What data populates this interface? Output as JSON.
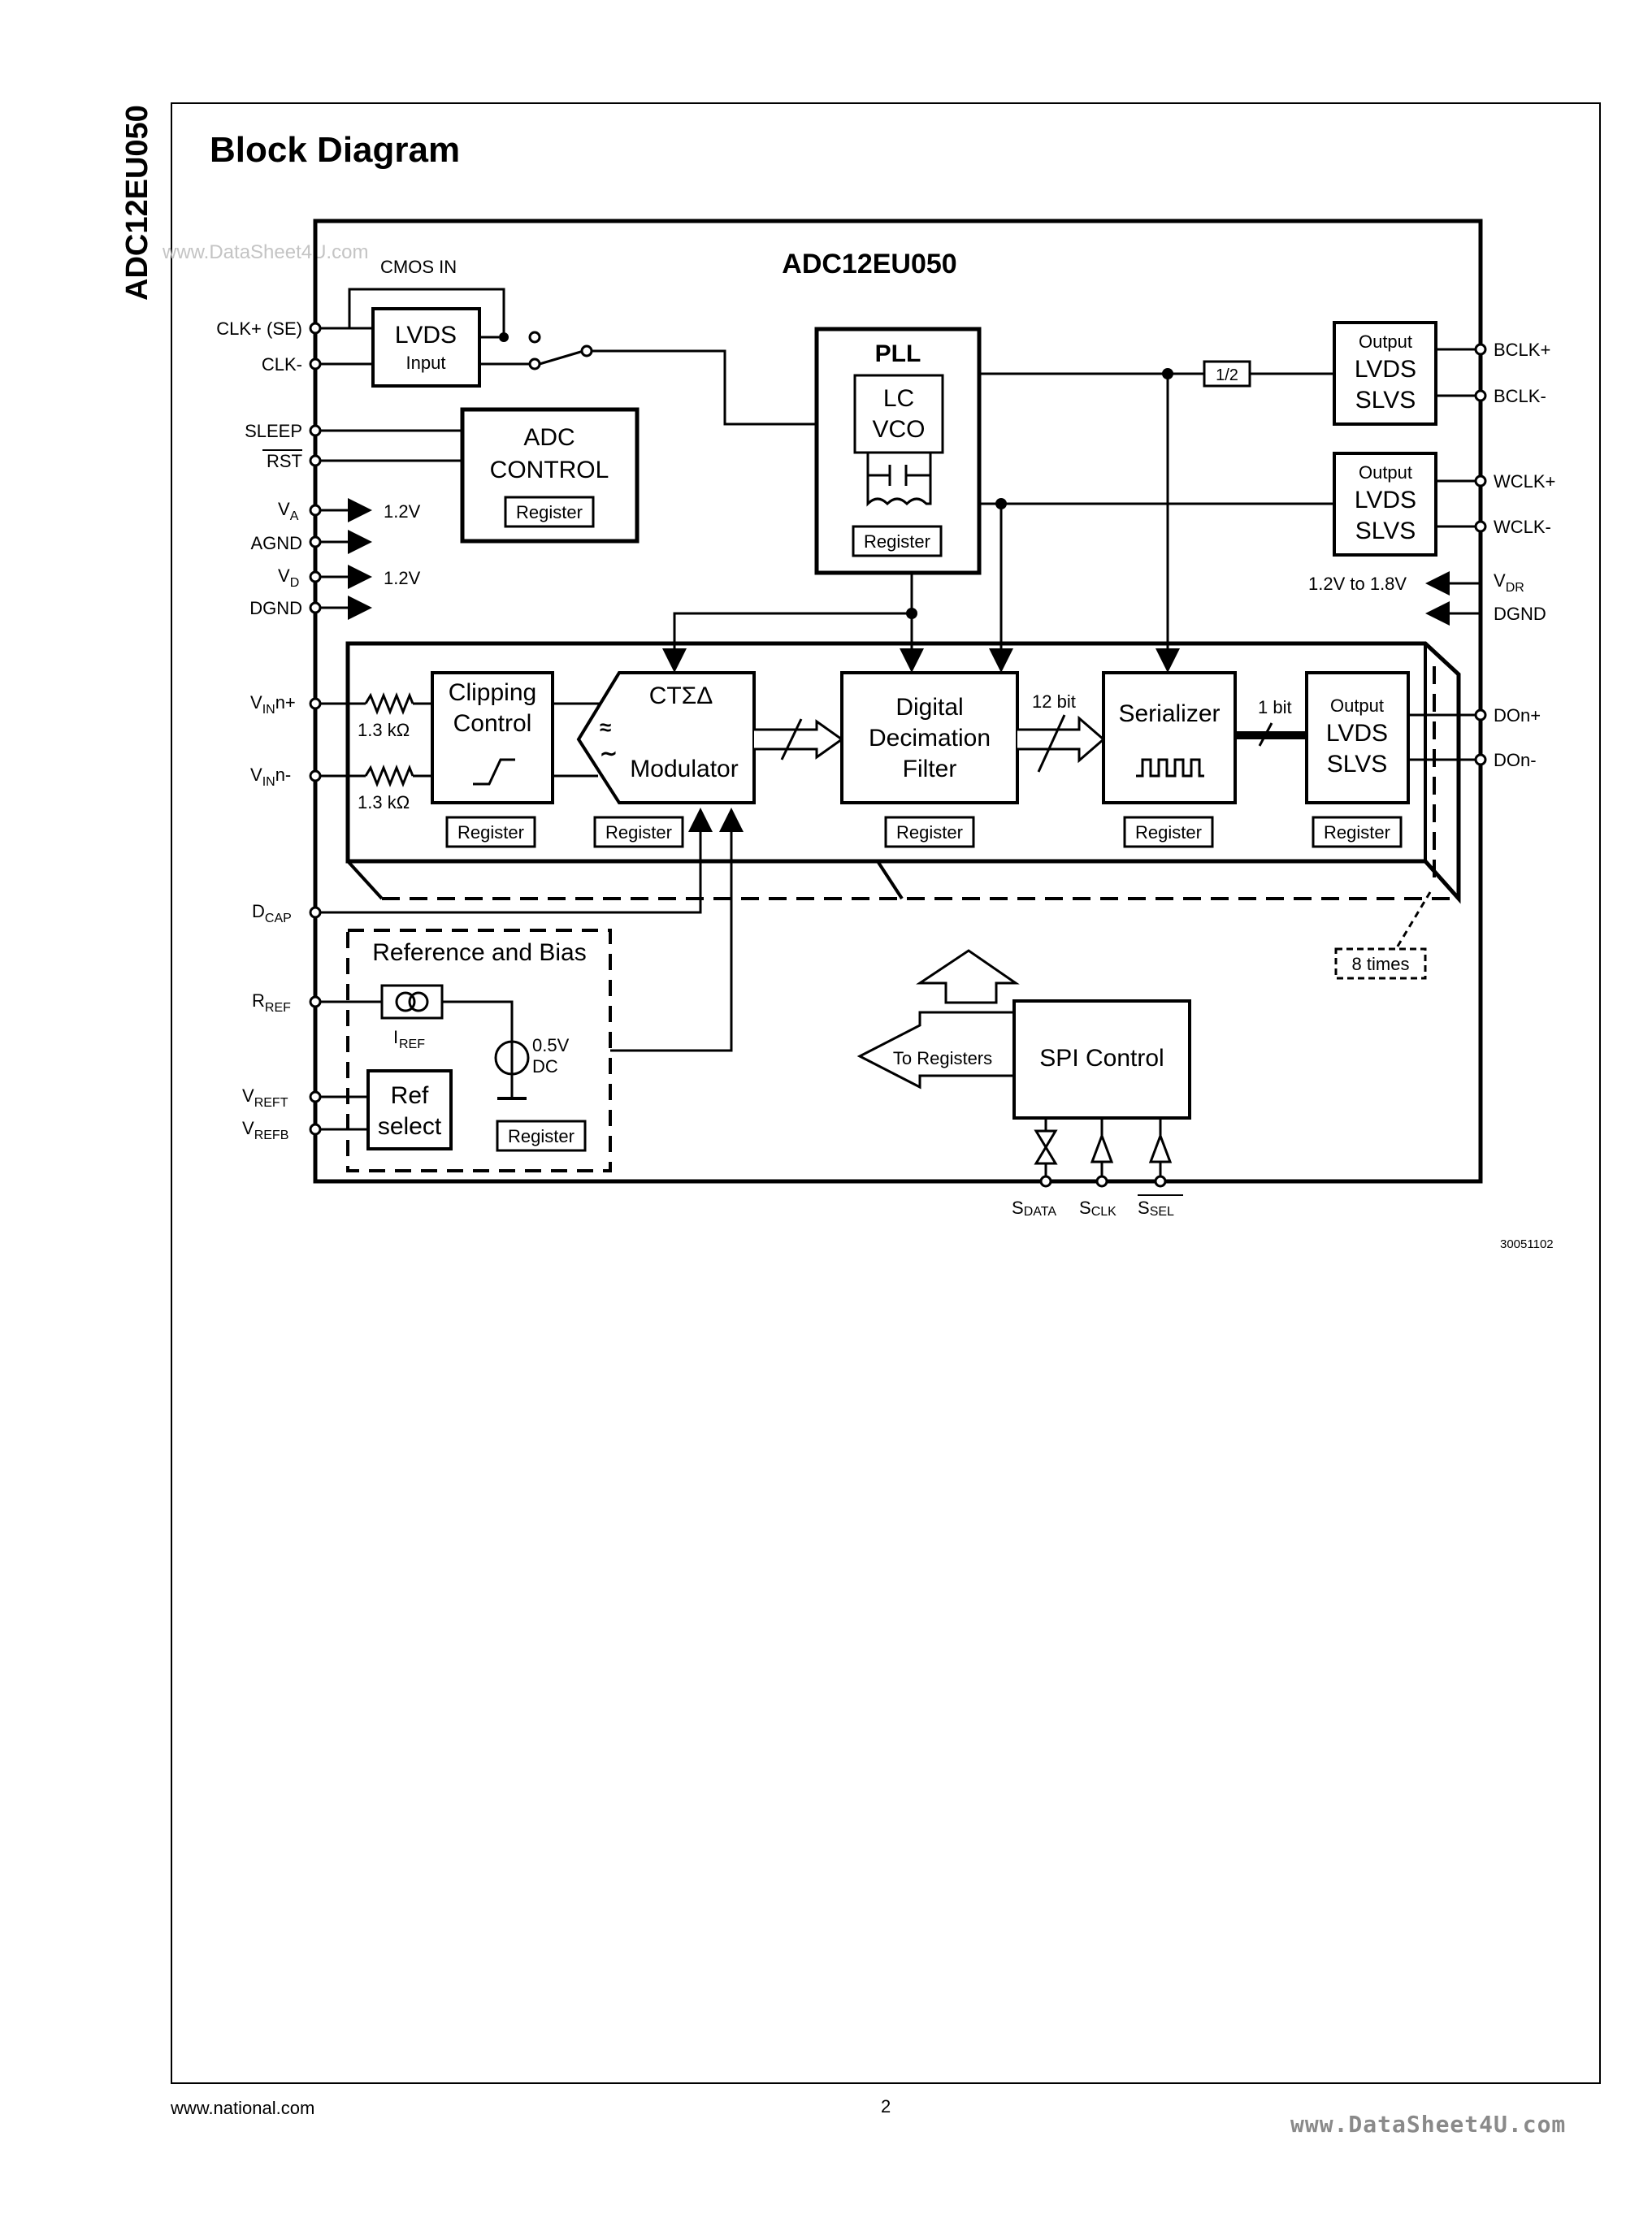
{
  "doc": {
    "side_title": "ADC12EU050",
    "section_title": "Block Diagram",
    "figure_id": "30051102",
    "footer_left": "www.national.com",
    "page_number": "2",
    "footer_right": "www.DataSheet4U.com",
    "watermark": "www.DataSheet4U.com"
  },
  "diagram": {
    "chip_name": "ADC12EU050",
    "cmos_in": "CMOS IN",
    "lvds_input": {
      "title": "LVDS",
      "sub": "Input"
    },
    "adc_control": {
      "line1": "ADC",
      "line2": "CONTROL"
    },
    "register": "Register",
    "pll": {
      "title": "PLL",
      "vco1": "LC",
      "vco2": "VCO"
    },
    "divider": "1/2",
    "output_block": {
      "small": "Output",
      "line1": "LVDS",
      "line2": "SLVS"
    },
    "va_voltage": "1.2V",
    "vd_voltage": "1.2V",
    "vdr_range": "1.2V to 1.8V",
    "resistor": "1.3 kΩ",
    "clipping": {
      "line1": "Clipping",
      "line2": "Control"
    },
    "modulator": {
      "line1": "CTΣΔ",
      "line2": "Modulator"
    },
    "dfilter": {
      "line1": "Digital",
      "line2": "Decimation",
      "line3": "Filter"
    },
    "bits12": "12 bit",
    "serializer": "Serializer",
    "bits1": "1 bit",
    "times8": "8 times",
    "refbias": "Reference and Bias",
    "iref": "I",
    "iref_sub": "REF",
    "dc_volt": "0.5V",
    "dc": "DC",
    "refselect": {
      "line1": "Ref",
      "line2": "select"
    },
    "to_registers": "To Registers",
    "spi": "SPI Control",
    "pins_left": {
      "clkp": "CLK+ (SE)",
      "clkm": "CLK-",
      "sleep": "SLEEP",
      "rst": "RST",
      "va": "V",
      "va_sub": "A",
      "agnd": "AGND",
      "vd": "V",
      "vd_sub": "D",
      "dgnd": "DGND",
      "vinp": "V",
      "vinp_sub": "IN",
      "vinp_suffix": "n+",
      "vinm": "V",
      "vinm_sub": "IN",
      "vinm_suffix": "n-",
      "dcap": "D",
      "dcap_sub": "CAP",
      "rref": "R",
      "rref_sub": "REF",
      "vreft": "V",
      "vreft_sub": "REFT",
      "vrefb": "V",
      "vrefb_sub": "REFB"
    },
    "pins_right": {
      "bclkp": "BCLK+",
      "bclkm": "BCLK-",
      "wclkp": "WCLK+",
      "wclkm": "WCLK-",
      "vdr": "V",
      "vdr_sub": "DR",
      "dgnd": "DGND",
      "donp": "DOn+",
      "donm": "DOn-"
    },
    "pins_bottom": {
      "sdata": "S",
      "sdata_sub": "DATA",
      "sclk": "S",
      "sclk_sub": "CLK",
      "ssel": "S",
      "ssel_sub": "SEL"
    }
  }
}
